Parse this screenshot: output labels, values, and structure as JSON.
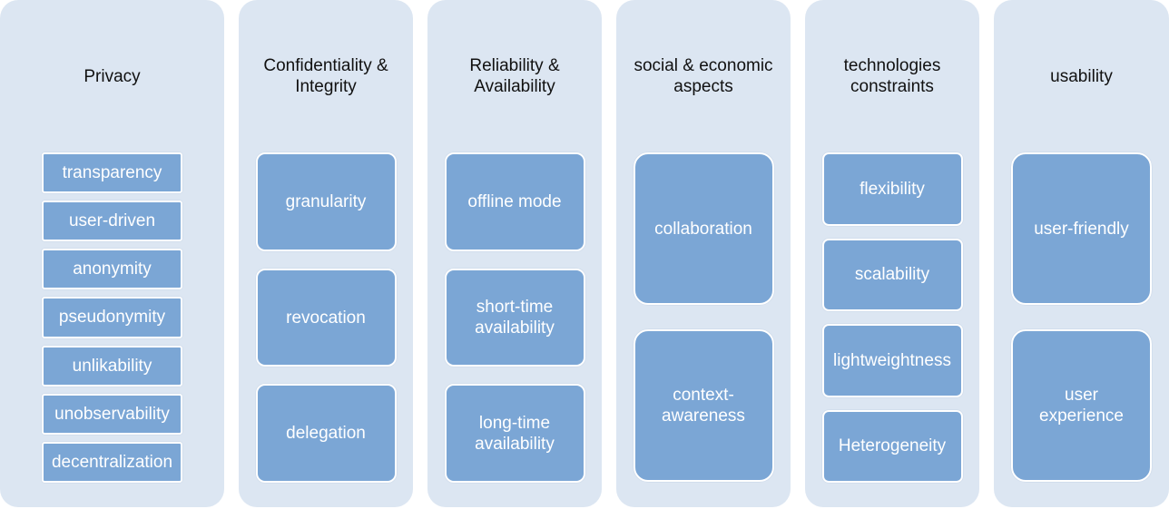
{
  "columns": [
    {
      "title": "Privacy",
      "items": [
        "transparency",
        "user-driven",
        "anonymity",
        "pseudonymity",
        "unlikability",
        "unobservability",
        "decentralization"
      ]
    },
    {
      "title": "Confidentiality &\nIntegrity",
      "items": [
        "granularity",
        "revocation",
        "delegation"
      ]
    },
    {
      "title": "Reliability &\nAvailability",
      "items": [
        "offline mode",
        "short-time\navailability",
        "long-time\navailability"
      ]
    },
    {
      "title": "social & economic\naspects",
      "items": [
        "collaboration",
        "context-\nawareness"
      ]
    },
    {
      "title": "technologies\nconstraints",
      "items": [
        "flexibility",
        "scalability",
        "lightweightness",
        "Heterogeneity"
      ]
    },
    {
      "title": "usability",
      "items": [
        "user-friendly",
        "user\nexperience"
      ]
    }
  ],
  "colors": {
    "column_background": "#dce6f2",
    "item_fill": "#7ba6d5",
    "item_text": "#ffffff",
    "title_text": "#111111"
  }
}
